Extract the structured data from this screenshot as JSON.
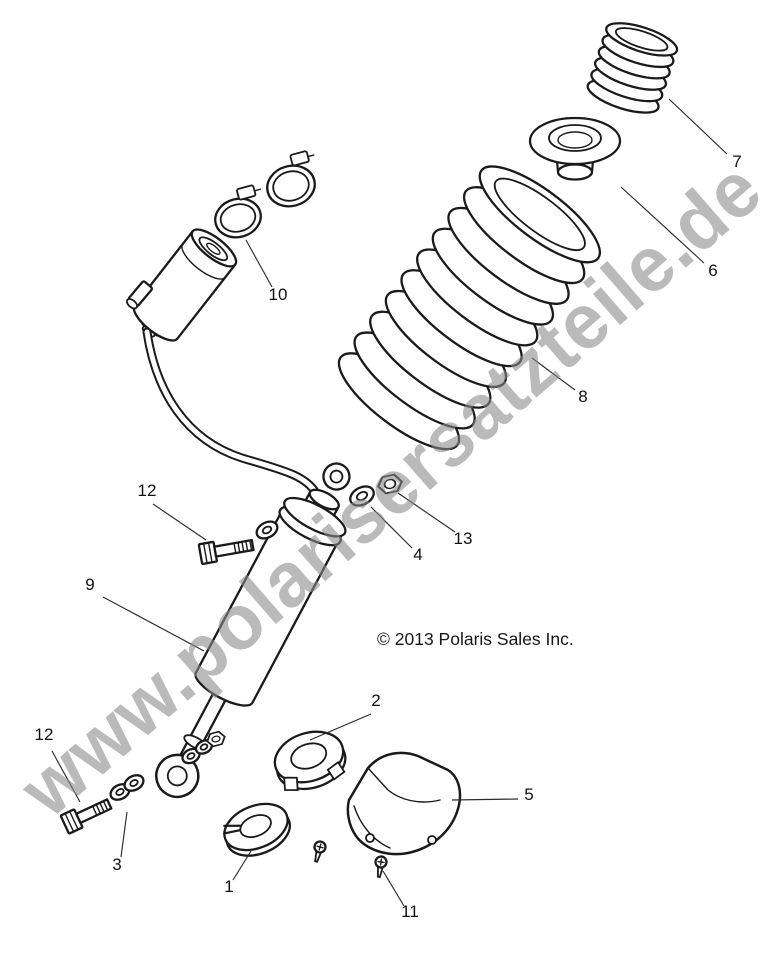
{
  "diagram": {
    "copyright": "© 2013 Polaris Sales Inc.",
    "watermark": "www.polarisersatzteile.de",
    "line_color": "#1a1a1a",
    "watermark_color": "#8a8a8a",
    "background_color": "#ffffff"
  },
  "labels": [
    {
      "id": "7"
    },
    {
      "id": "6"
    },
    {
      "id": "10"
    },
    {
      "id": "8"
    },
    {
      "id": "12"
    },
    {
      "id": "13"
    },
    {
      "id": "4"
    },
    {
      "id": "9"
    },
    {
      "id": "2"
    },
    {
      "id": "12"
    },
    {
      "id": "5"
    },
    {
      "id": "3"
    },
    {
      "id": "1"
    },
    {
      "id": "11"
    }
  ]
}
